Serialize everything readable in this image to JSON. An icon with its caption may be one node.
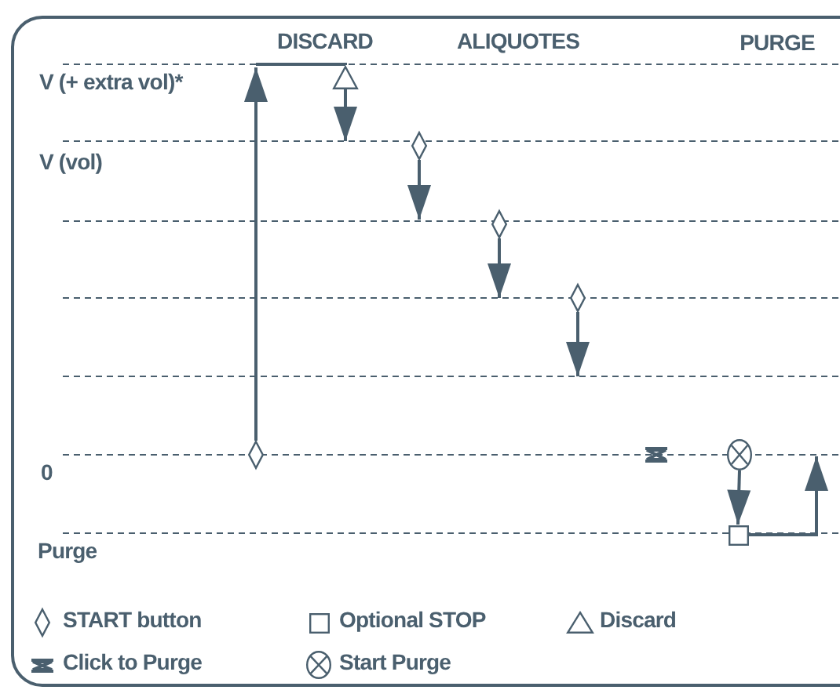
{
  "diagram": {
    "nodes": [
      {
        "text": [],
        "shape": "triangle"
      },
      {
        "text": [],
        "shape": "diamond"
      },
      {
        "text": [],
        "shape": "diamond"
      },
      {
        "text": [],
        "shape": "diamond"
      },
      {
        "text": [],
        "shape": "diamond"
      },
      {
        "text": [],
        "shape": "bowtie"
      },
      {
        "text": [],
        "shape": "circle"
      },
      {
        "text": [],
        "shape": "box"
      }
    ],
    "edges": [
      {
        "from": 4,
        "to": null,
        "arrow": "to"
      },
      {
        "from": null,
        "to": 0,
        "arrow": "none"
      },
      {
        "from": 0,
        "to": null,
        "arrow": "to"
      },
      {
        "from": 1,
        "to": null,
        "arrow": "to"
      },
      {
        "from": 2,
        "to": null,
        "arrow": "to"
      },
      {
        "from": 3,
        "to": null,
        "arrow": "to"
      },
      {
        "from": 6,
        "to": 7,
        "arrow": "to"
      },
      {
        "from": 7,
        "to": null,
        "arrow": "to"
      }
    ],
    "labels": [
      "DISCARD",
      "ALIQUOTES",
      "PURGE",
      "V (+ extra vol)*",
      "V (vol)",
      "0",
      "Purge"
    ],
    "legend": [
      {
        "text": "START button"
      },
      {
        "text": "Optional STOP"
      },
      {
        "text": "Discard"
      },
      {
        "text": "Click to Purge"
      },
      {
        "text": "Start Purge"
      }
    ]
  }
}
